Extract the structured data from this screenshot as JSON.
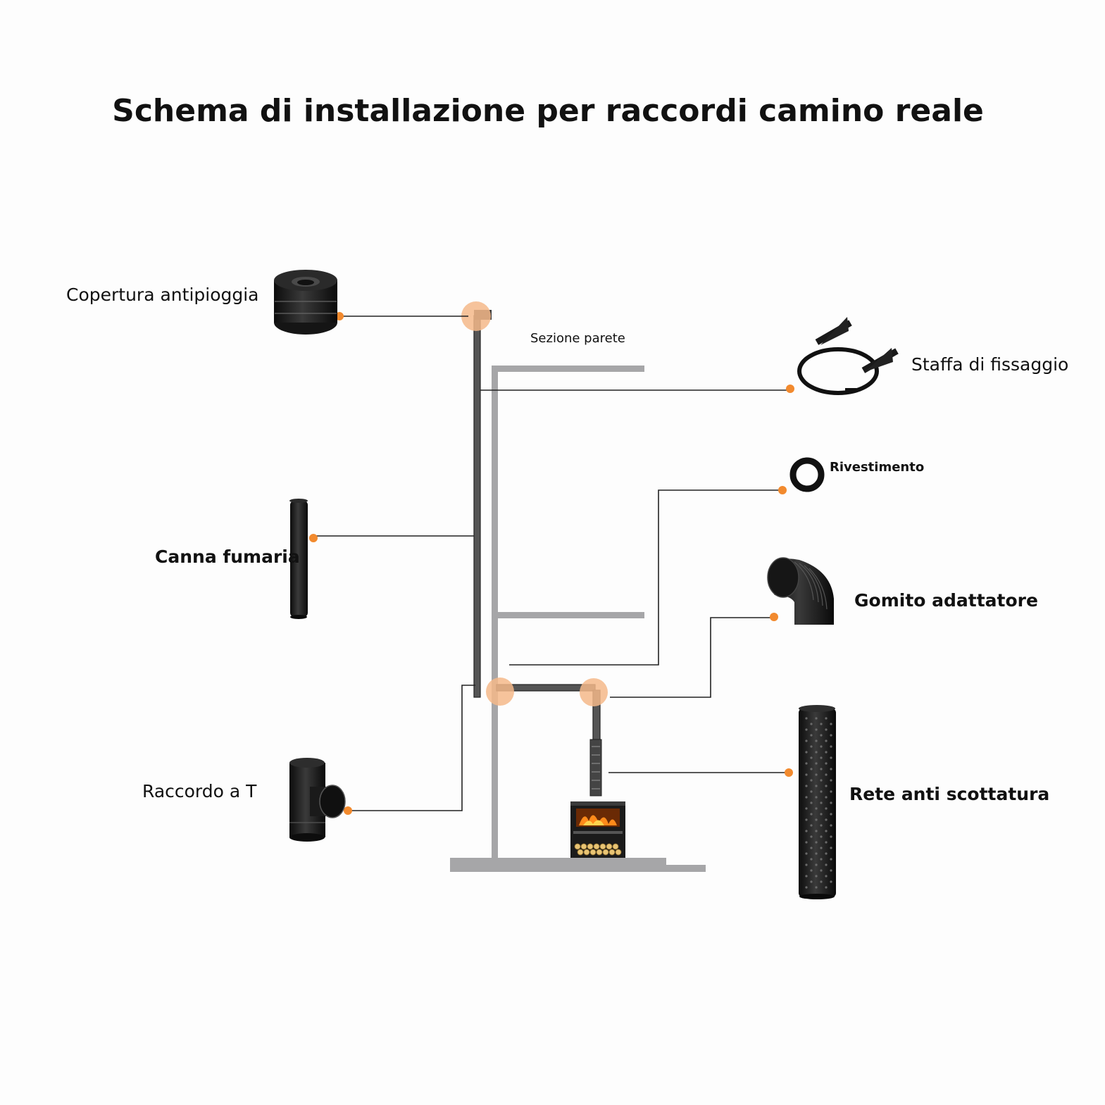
{
  "title": "Schema di installazione per raccordi camino reale",
  "labels": {
    "rain_cap": "Copertura antipioggia",
    "wall_section": "Sezione parete",
    "bracket": "Staffa di fissaggio",
    "collar": "Rivestimento",
    "flue_pipe": "Canna fumaria",
    "elbow": "Gomito adattatore",
    "tee": "Raccordo a T",
    "guard": "Rete anti scottatura"
  },
  "colors": {
    "accent": "#f28a2e",
    "joint": "#f4b88a",
    "wall": "#a6a6a8",
    "parts": "#1a1a1a"
  },
  "icons": [
    "rain-cap-icon",
    "bracket-icon",
    "collar-ring-icon",
    "flue-pipe-icon",
    "elbow-icon",
    "tee-icon",
    "heat-guard-icon",
    "stove-icon"
  ]
}
